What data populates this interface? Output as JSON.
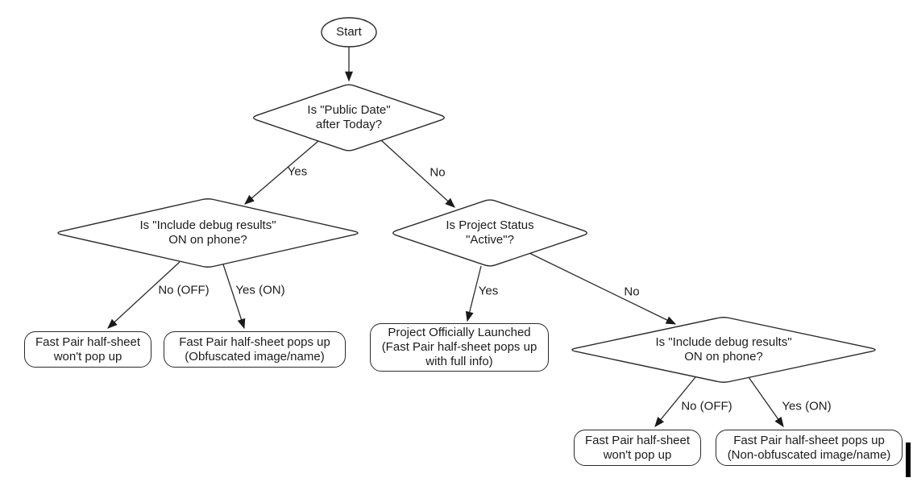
{
  "diagram": {
    "nodes": {
      "start": {
        "label": "Start"
      },
      "public_date": {
        "label": "Is \"Public Date\"\nafter Today?"
      },
      "debug_left": {
        "label": "Is \"Include debug results\"\nON on phone?"
      },
      "project_status": {
        "label": "Is Project Status\n\"Active\"?"
      },
      "debug_right": {
        "label": "Is \"Include debug results\"\nON on phone?"
      },
      "no_popup_left": {
        "label": "Fast Pair half-sheet\nwon't pop up"
      },
      "obfuscated_popup": {
        "label": "Fast Pair half-sheet pops up\n(Obfuscated image/name)"
      },
      "launched": {
        "label": "Project Officially Launched\n(Fast Pair half-sheet pops up\nwith full info)"
      },
      "no_popup_right": {
        "label": "Fast Pair half-sheet\nwon't pop up"
      },
      "non_obfuscated_popup": {
        "label": "Fast Pair half-sheet pops up\n(Non-obfuscated image/name)"
      }
    },
    "edges": {
      "public_date_yes": {
        "label": "Yes"
      },
      "public_date_no": {
        "label": "No"
      },
      "debug_left_no": {
        "label": "No (OFF)"
      },
      "debug_left_yes": {
        "label": "Yes (ON)"
      },
      "project_status_yes": {
        "label": "Yes"
      },
      "project_status_no": {
        "label": "No"
      },
      "debug_right_no": {
        "label": "No (OFF)"
      },
      "debug_right_yes": {
        "label": "Yes (ON)"
      }
    },
    "colors": {
      "stroke": "#2a2a2a",
      "text": "#1c1c1c",
      "background": "#ffffff"
    }
  }
}
